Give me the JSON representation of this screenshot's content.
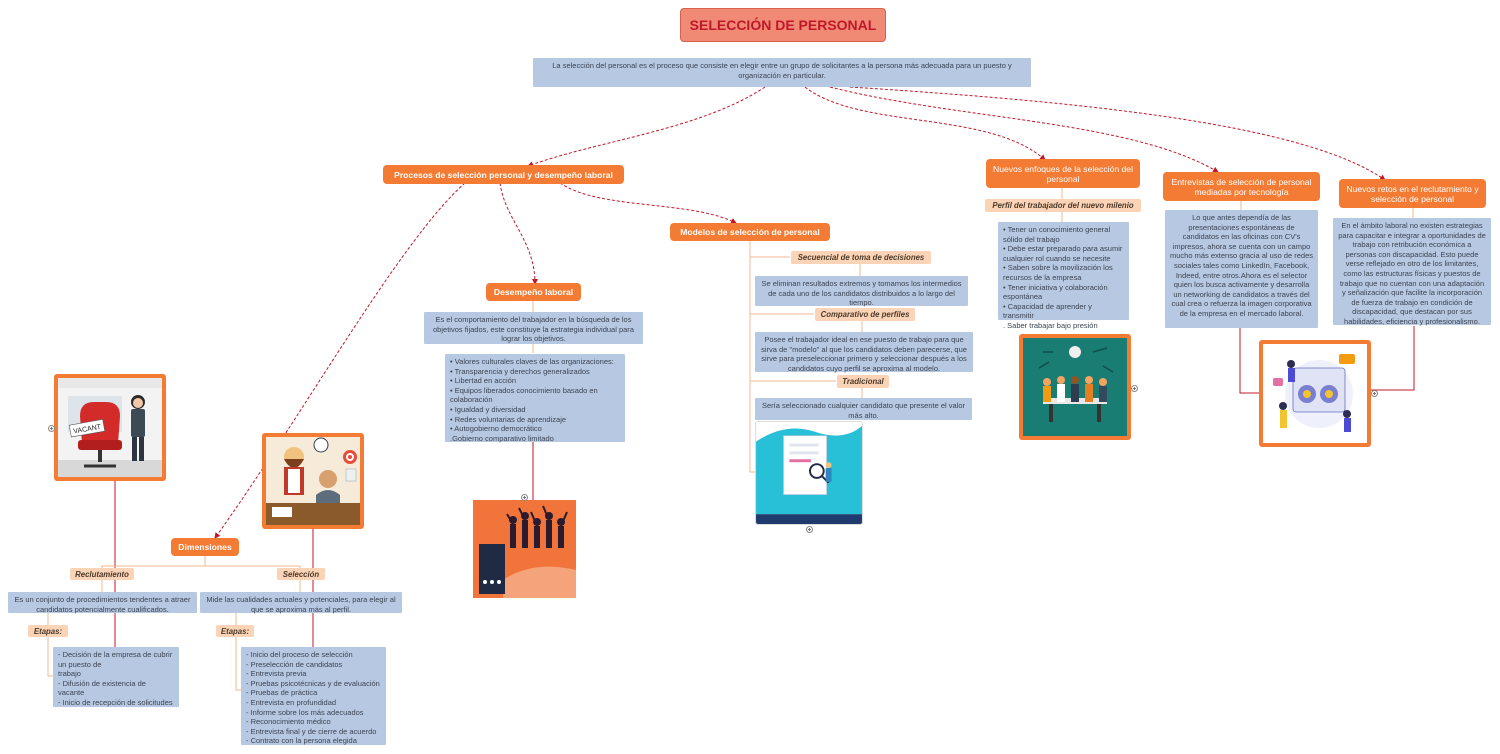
{
  "title": "SELECCIÓN DE PERSONAL",
  "intro": "La selección del personal es el proceso que consiste en elegir entre un grupo de solicitantes a la persona más adecuada para un puesto y organización en particular.",
  "procesos": {
    "label": "Procesos de selección personal y desempeño laboral"
  },
  "desempeno": {
    "label": "Desempeño laboral",
    "description": "Es el comportamiento del trabajador en la búsqueda de los objetivos fijados, este constituye la estrategia individual para lograr los objetivos.",
    "values": "• Valores culturales claves de las organizaciones:\n• Transparencia y derechos generalizados\n• Libertad en acción\n• Equipos liberados conocimiento basado en colaboración\n• Igualdad y diversidad\n• Redes voluntarias de aprendizaje\n• Autogobierno democrático\n.Gobierno comparativo limitado"
  },
  "modelos": {
    "label": "Modelos de selección de personal",
    "secuencial": {
      "label": "Secuencial de toma de decisiones",
      "text": "Se eliminan resultados extremos y tomamos los intermedios de cada uno de los candidatos distribuidos a lo largo del tiempo."
    },
    "comparativo": {
      "label": "Comparativo de perfiles",
      "text": "Posee el trabajador ideal en ese puesto de trabajo para que sirva de \"modelo\" al que los candidatos deben parecerse, que sirve para preseleccionar primero y seleccionar después a los candidatos cuyo perfil se aproxima al modelo."
    },
    "tradicional": {
      "label": "Tradicional",
      "text": "Sería seleccionado cualquier candidato que presente el valor más alto."
    }
  },
  "dimensiones": {
    "label": "Dimensiones",
    "reclutamiento": {
      "label": "Reclutamiento",
      "text": "Es un conjunto de procedimientos tendentes a atraer candidatos potencialmente cualificados.",
      "etapas_label": "Etapas:",
      "etapas": "- Decisión de la empresa de cubrir un puesto de\ntrabajo\n- Difusión de existencia de vacante\n- Inicio de recepción de solicitudes"
    },
    "seleccion": {
      "label": "Selección",
      "text": "Mide las cualidades actuales y potenciales, para elegir al que se aproxima más al perfil.",
      "etapas_label": "Etapas:",
      "etapas": "- Inicio del proceso de selección\n- Preselección de candidatos\n- Entrevista previa\n- Pruebas psicotécnicas y de evaluación\n- Pruebas de práctica\n- Entrevista en profundidad\n- Informe sobre los más adecuados\n- Reconocimiento médico\n- Entrevista final y de cierre de acuerdo\n- Contrato con la persona elegida"
    }
  },
  "nuevos_enfoques": {
    "label": "Nuevos enfoques de la selección del personal",
    "perfil_label": "Perfil del trabajador del nuevo milenio",
    "perfil": "• Tener un conocimiento general sólido del trabajo\n• Debe estar preparado para asumir cualquier rol cuando se necesite\n• Saben sobre la movilización los recursos de la empresa\n• Tener iniciativa y colaboración espontánea\n• Capacidad de aprender y transmitir\n.  Saber trabajar bajo presión"
  },
  "entrevistas": {
    "label": "Entrevistas de selección de personal mediadas por tecnología",
    "text": "Lo que antes dependía de las presentaciones espontáneas de candidatos en las oficinas con CV's impresos, ahora se cuenta con un campo mucho más extenso gracia al uso de redes sociales tales como LinkedIn, Facebook, Indeed, entre otros.Ahora es el selector quien los busca activamente y desarrolla un networking de candidatos a través del cual crea o refuerza la imagen corporativa de la empresa en el mercado laboral."
  },
  "nuevos_retos": {
    "label": "Nuevos retos en el reclutamiento y selección de personal",
    "text": "En el ámbito laboral no existen estrategias para capacitar e integrar a oportunidades de trabajo con retribución económica a personas con discapacidad. Esto puede verse reflejado en otro de los limitantes, como las estructuras físicas y puestos de trabajo que no cuentan con una adaptación y señalización que facilite la incorporación de fuerza de trabajo en condición de discapacidad, que destacan por sus habilidades, eficiencia y profesionalismo."
  },
  "images": {
    "vacant_sign": "VACANT",
    "frame_color": "#f47b33",
    "link_color": "#c0182b"
  }
}
